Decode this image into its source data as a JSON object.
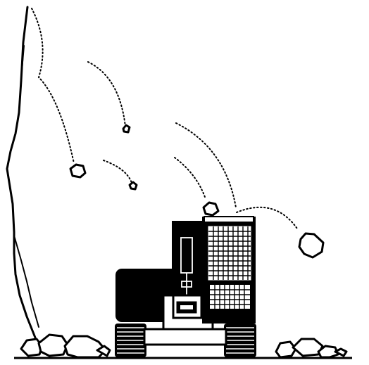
{
  "colors": {
    "background": "#ffffff",
    "ink": "#000000"
  },
  "scene": {
    "subject": "excavator-with-rockfall-protective-guard",
    "cliff": "cliff-face-line",
    "falling_rocks": [
      {
        "name": "falling-rock-1",
        "icon": "rock-icon"
      },
      {
        "name": "falling-rock-2",
        "icon": "rock-icon"
      },
      {
        "name": "falling-rock-3",
        "icon": "rock-icon"
      },
      {
        "name": "falling-rock-4",
        "icon": "rock-icon"
      },
      {
        "name": "falling-rock-5",
        "icon": "rock-icon"
      }
    ],
    "ground_rock_piles": 2
  }
}
